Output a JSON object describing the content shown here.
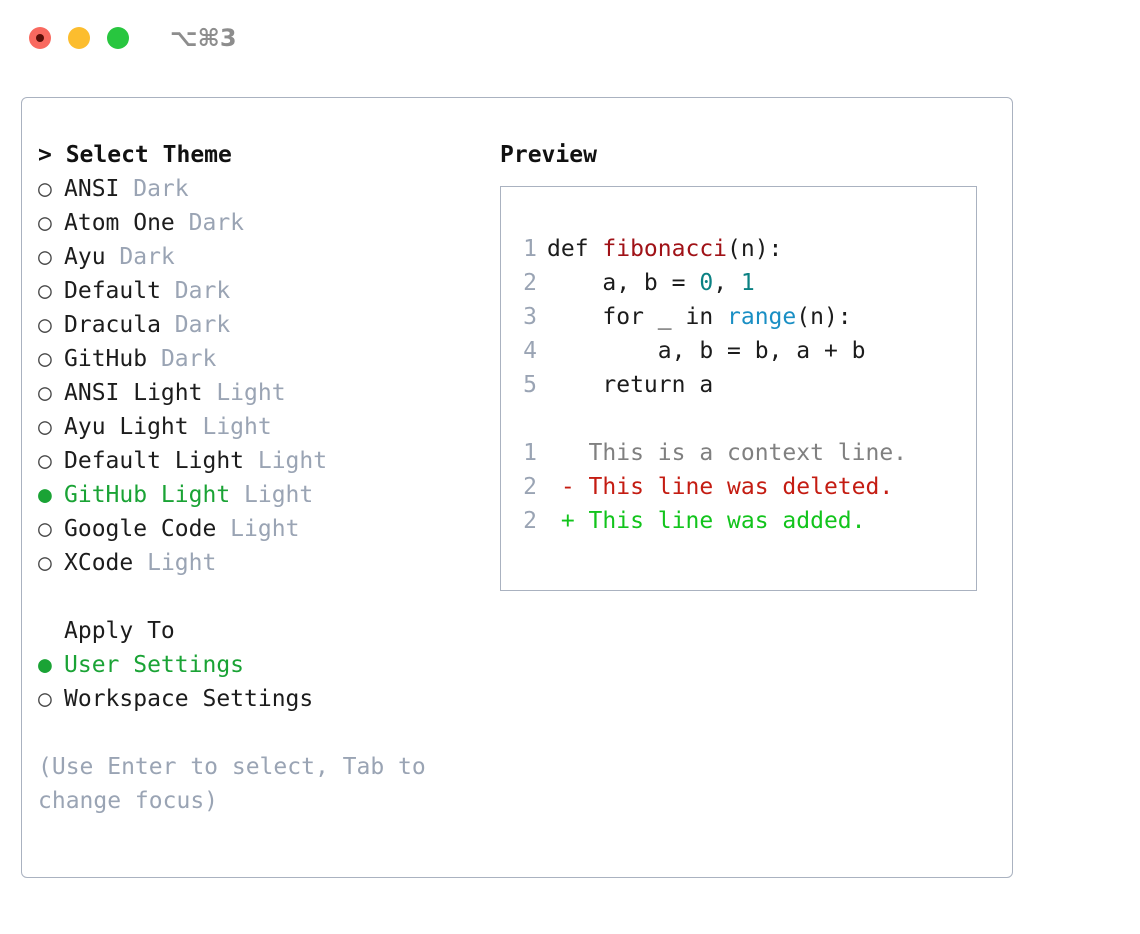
{
  "window": {
    "traffic_lights": [
      "close",
      "minimize",
      "zoom"
    ],
    "shortcut": "⌥⌘3",
    "colors": {
      "close": "#f9695f",
      "minimize": "#fcbd2e",
      "zoom": "#28c63f",
      "accent_green": "#1aa335",
      "muted": "#9aa4b4",
      "border": "#aab2c0"
    }
  },
  "theme_list": {
    "header": "> Select Theme",
    "items": [
      {
        "bullet": "○",
        "label": "ANSI",
        "tag": "Dark",
        "selected": false
      },
      {
        "bullet": "○",
        "label": "Atom One",
        "tag": "Dark",
        "selected": false
      },
      {
        "bullet": "○",
        "label": "Ayu",
        "tag": "Dark",
        "selected": false
      },
      {
        "bullet": "○",
        "label": "Default",
        "tag": "Dark",
        "selected": false
      },
      {
        "bullet": "○",
        "label": "Dracula",
        "tag": "Dark",
        "selected": false
      },
      {
        "bullet": "○",
        "label": "GitHub",
        "tag": "Dark",
        "selected": false
      },
      {
        "bullet": "○",
        "label": "ANSI Light",
        "tag": "Light",
        "selected": false
      },
      {
        "bullet": "○",
        "label": "Ayu Light",
        "tag": "Light",
        "selected": false
      },
      {
        "bullet": "○",
        "label": "Default Light",
        "tag": "Light",
        "selected": false
      },
      {
        "bullet": "●",
        "label": "GitHub Light",
        "tag": "Light",
        "selected": true
      },
      {
        "bullet": "○",
        "label": "Google Code",
        "tag": "Light",
        "selected": false
      },
      {
        "bullet": "○",
        "label": "XCode",
        "tag": "Light",
        "selected": false
      }
    ]
  },
  "apply_to": {
    "header": "Apply To",
    "items": [
      {
        "bullet": "●",
        "label": "User Settings",
        "selected": true
      },
      {
        "bullet": "○",
        "label": "Workspace Settings",
        "selected": false
      }
    ]
  },
  "hint": "(Use Enter to select, Tab to change focus)",
  "preview": {
    "title": "Preview",
    "code_lines": [
      {
        "num": "1",
        "tokens": [
          {
            "t": "def ",
            "c": "kw"
          },
          {
            "t": "fibonacci",
            "c": "fn"
          },
          {
            "t": "(n):",
            "c": "plain"
          }
        ]
      },
      {
        "num": "2",
        "tokens": [
          {
            "t": "    a, b = ",
            "c": "plain"
          },
          {
            "t": "0",
            "c": "num"
          },
          {
            "t": ", ",
            "c": "plain"
          },
          {
            "t": "1",
            "c": "num"
          }
        ]
      },
      {
        "num": "3",
        "tokens": [
          {
            "t": "    for _ in ",
            "c": "plain"
          },
          {
            "t": "range",
            "c": "builtin"
          },
          {
            "t": "(n):",
            "c": "plain"
          }
        ]
      },
      {
        "num": "4",
        "tokens": [
          {
            "t": "        a, b = b, a + b",
            "c": "plain"
          }
        ]
      },
      {
        "num": "5",
        "tokens": [
          {
            "t": "    return a",
            "c": "plain"
          }
        ]
      }
    ],
    "diff_lines": [
      {
        "num": "1",
        "prefix": "  ",
        "text": "This is a context line.",
        "kind": "diff-ctx"
      },
      {
        "num": "2",
        "prefix": "- ",
        "text": "This line was deleted.",
        "kind": "diff-del"
      },
      {
        "num": "2",
        "prefix": "+ ",
        "text": "This line was added.",
        "kind": "diff-add"
      }
    ]
  }
}
